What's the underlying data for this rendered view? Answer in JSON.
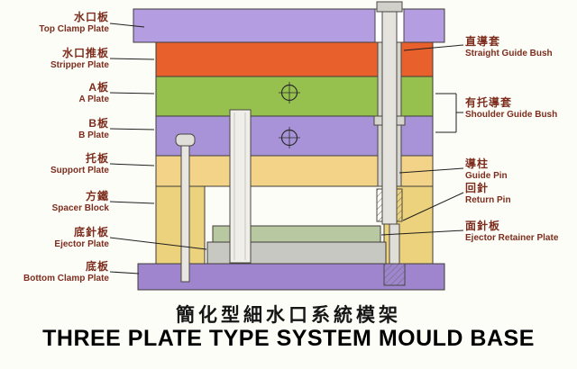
{
  "diagram_title": {
    "zh": "簡化型細水口系統模架",
    "en": "THREE PLATE TYPE SYSTEM MOULD BASE"
  },
  "labels_left": [
    {
      "zh": "水口板",
      "en": "Top Clamp Plate"
    },
    {
      "zh": "水口推板",
      "en": "Stripper Plate"
    },
    {
      "zh": "A板",
      "en": "A Plate"
    },
    {
      "zh": "B板",
      "en": "B Plate"
    },
    {
      "zh": "托板",
      "en": "Support Plate"
    },
    {
      "zh": "方鐵",
      "en": "Spacer Block"
    },
    {
      "zh": "底針板",
      "en": "Ejector Plate"
    },
    {
      "zh": "底板",
      "en": "Bottom Clamp Plate"
    }
  ],
  "labels_right": [
    {
      "zh": "直導套",
      "en": "Straight Guide Bush"
    },
    {
      "zh": "有托導套",
      "en": "Shoulder Guide Bush"
    },
    {
      "zh": "導柱",
      "en": "Guide Pin"
    },
    {
      "zh": "回針",
      "en": "Return Pin"
    },
    {
      "zh": "面針板",
      "en": "Ejector Retainer Plate"
    }
  ],
  "colors": {
    "top_clamp_plate": "#b49de0",
    "stripper_plate": "#e8602c",
    "a_plate": "#96c14f",
    "b_plate": "#a893d8",
    "support_plate": "#f3d388",
    "spacer_block": "#ecd27c",
    "ejector_retainer_plate": "#b8c9a2",
    "ejector_plate": "#c8c8c2",
    "bottom_clamp_plate": "#9e85ce",
    "label_text": "#7c2d1d",
    "title_text": "#161616",
    "pin_fill": "#e5e3dd",
    "outline": "#3f3c38"
  }
}
